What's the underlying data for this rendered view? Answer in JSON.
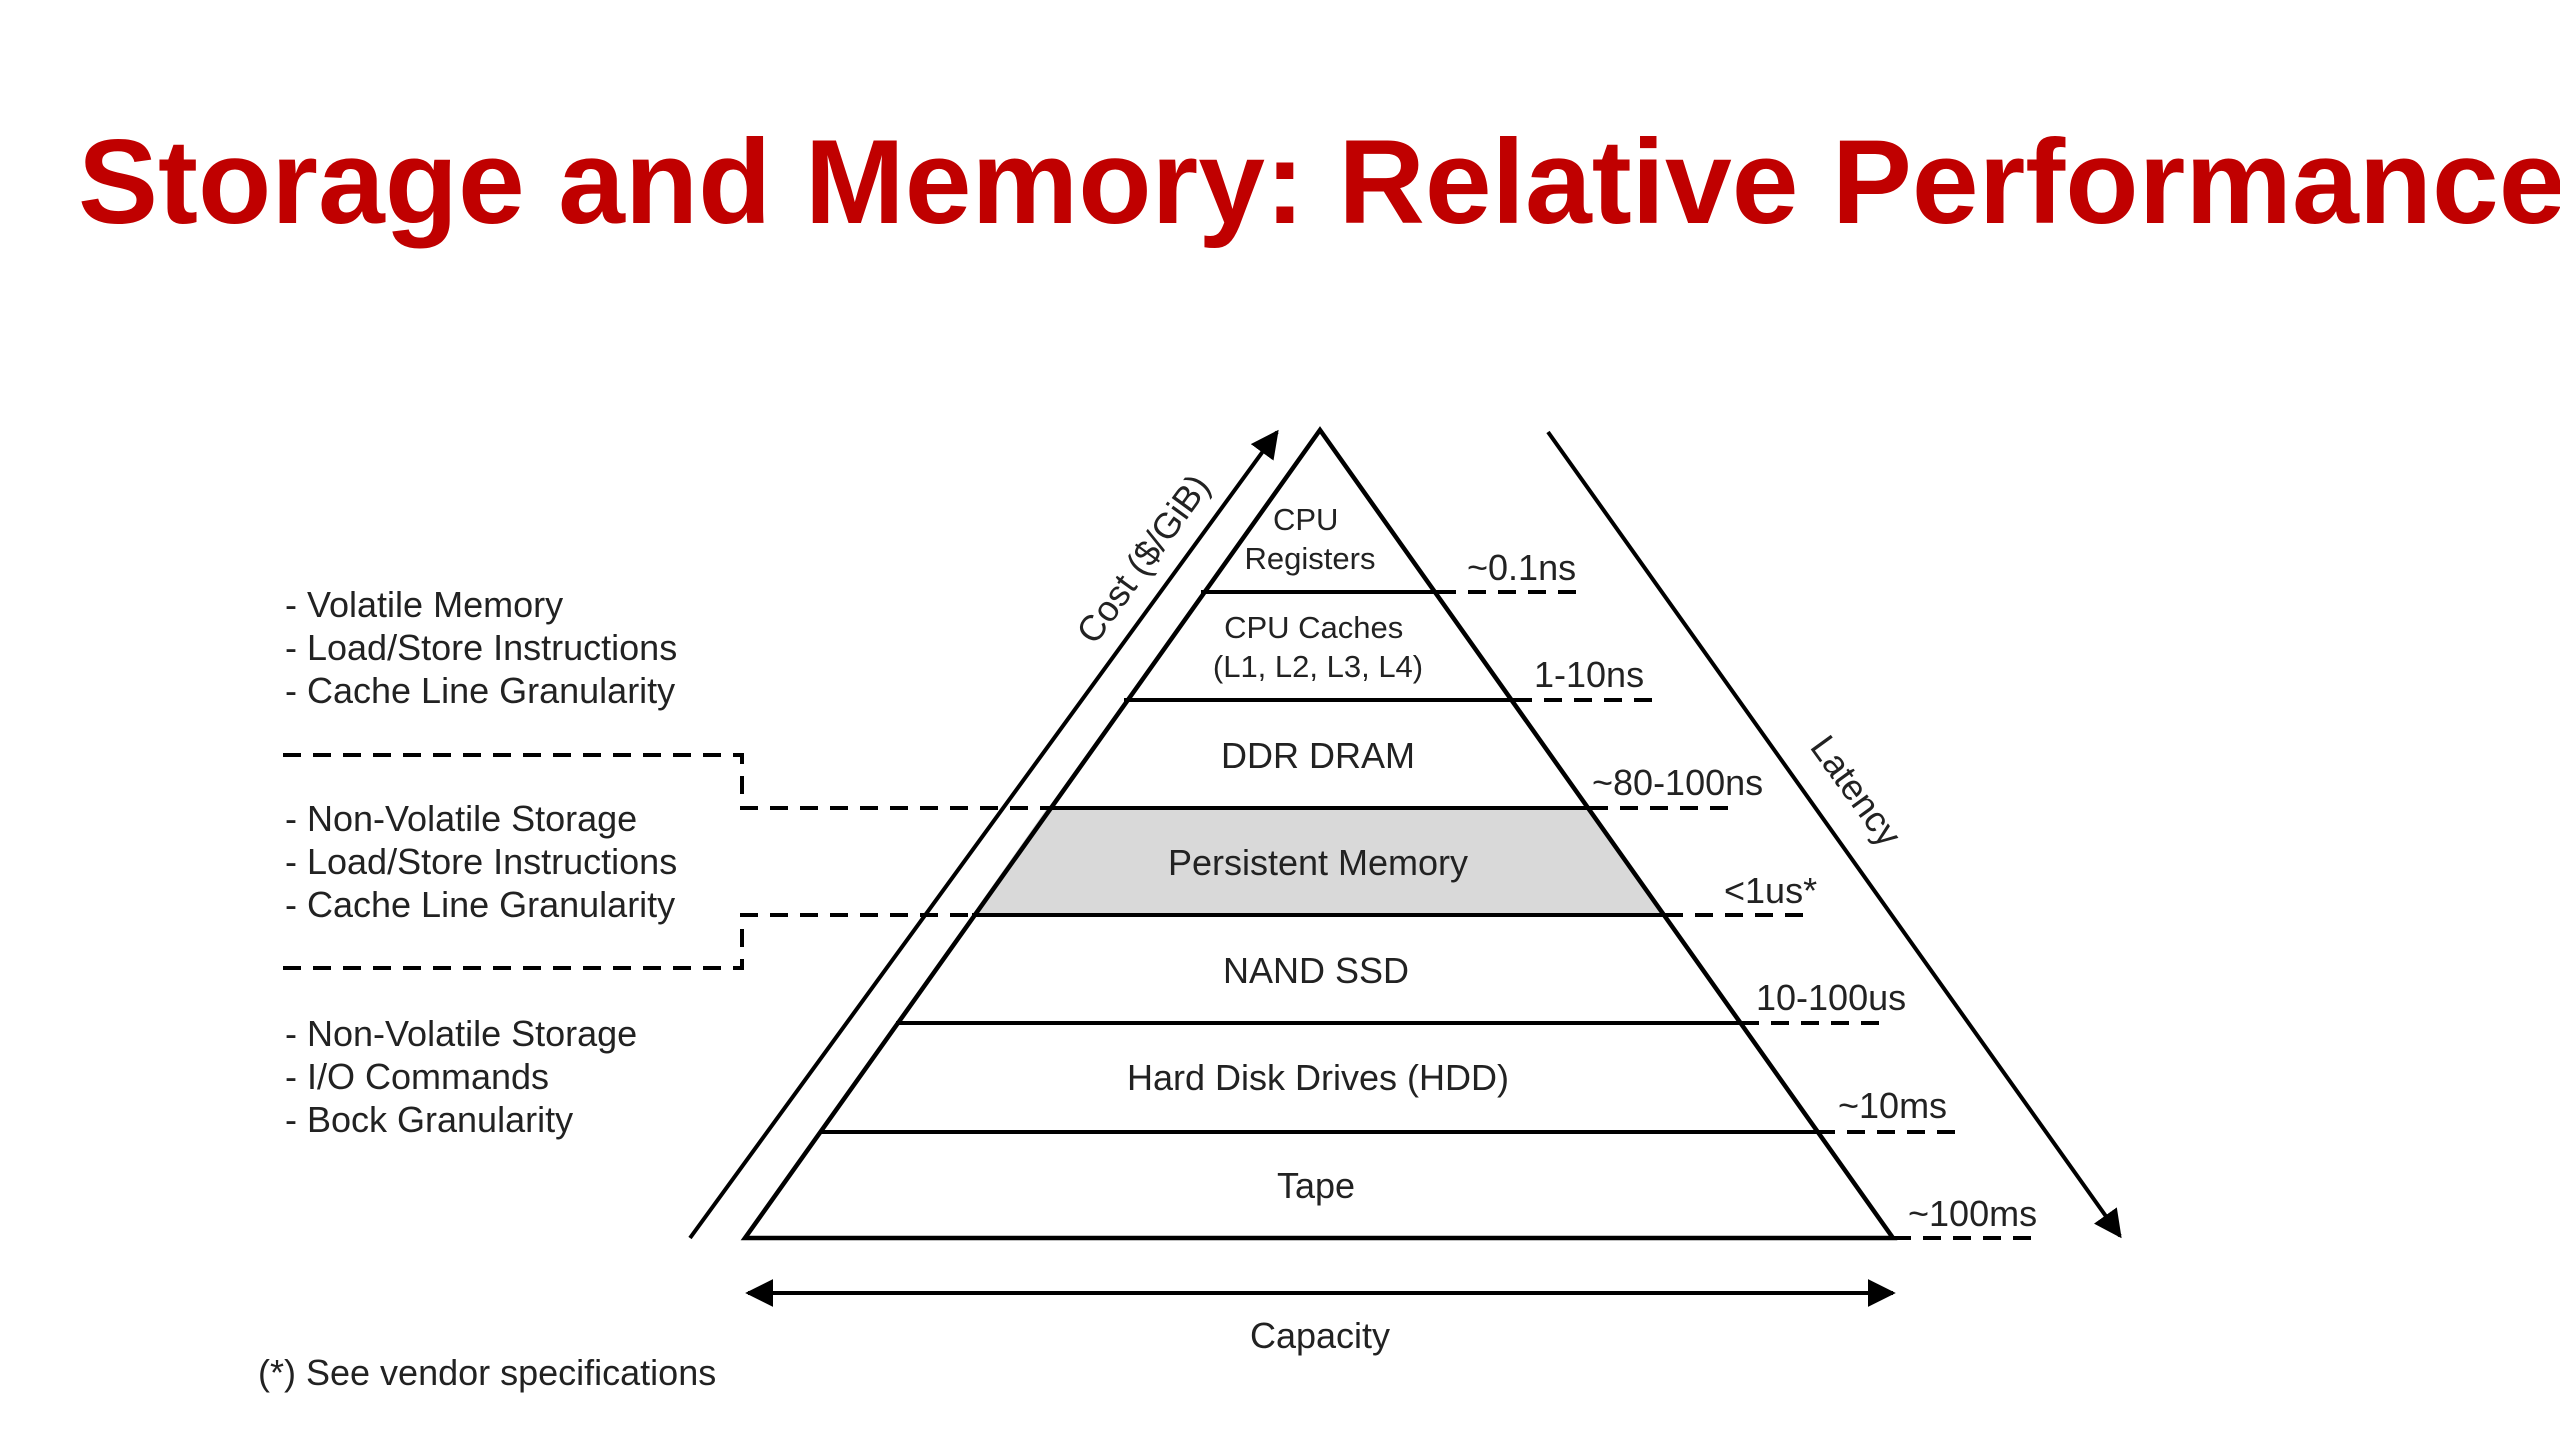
{
  "title": "Storage and Memory: Relative Performance",
  "colors": {
    "title": "#c00000",
    "highlight_fill": "#d9d9d9",
    "line": "#000000"
  },
  "pyramid": {
    "tiers": [
      {
        "label_lines": [
          "CPU",
          "Registers"
        ],
        "latency": "~0.1ns",
        "highlight": false
      },
      {
        "label_lines": [
          "CPU Caches",
          "(L1, L2, L3, L4)"
        ],
        "latency": "1-10ns",
        "highlight": false
      },
      {
        "label_lines": [
          "DDR DRAM"
        ],
        "latency": "~80-100ns",
        "highlight": false
      },
      {
        "label_lines": [
          "Persistent Memory"
        ],
        "latency": "<1us*",
        "highlight": true
      },
      {
        "label_lines": [
          "NAND SSD"
        ],
        "latency": "10-100us",
        "highlight": false
      },
      {
        "label_lines": [
          "Hard Disk Drives (HDD)"
        ],
        "latency": "~10ms",
        "highlight": false
      },
      {
        "label_lines": [
          "Tape"
        ],
        "latency": "~100ms",
        "highlight": false
      }
    ]
  },
  "axes": {
    "cost": "Cost ($/GiB)",
    "latency": "Latency",
    "capacity": "Capacity"
  },
  "groups": [
    {
      "lines": [
        "- Volatile Memory",
        "- Load/Store Instructions",
        "- Cache Line Granularity"
      ]
    },
    {
      "lines": [
        "- Non-Volatile Storage",
        "- Load/Store Instructions",
        "- Cache Line Granularity"
      ]
    },
    {
      "lines": [
        "- Non-Volatile Storage",
        "- I/O Commands",
        "- Bock Granularity"
      ]
    }
  ],
  "footnote": "(*) See vendor specifications"
}
